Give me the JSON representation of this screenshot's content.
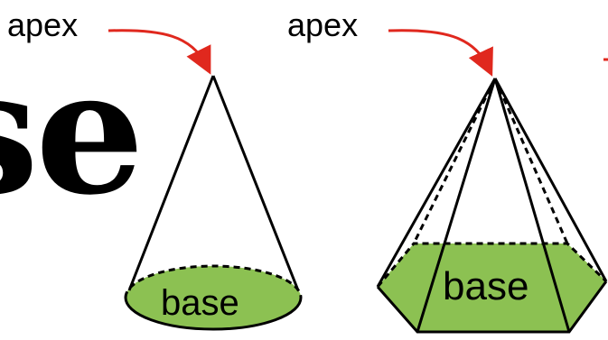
{
  "colors": {
    "base_fill": "#8cc152",
    "arrow": "#e0281e",
    "outline": "#000000"
  },
  "labels": {
    "big_word_fragment": "se",
    "apex_left": "apex",
    "apex_right": "apex",
    "base_left": "base",
    "base_right": "base"
  }
}
